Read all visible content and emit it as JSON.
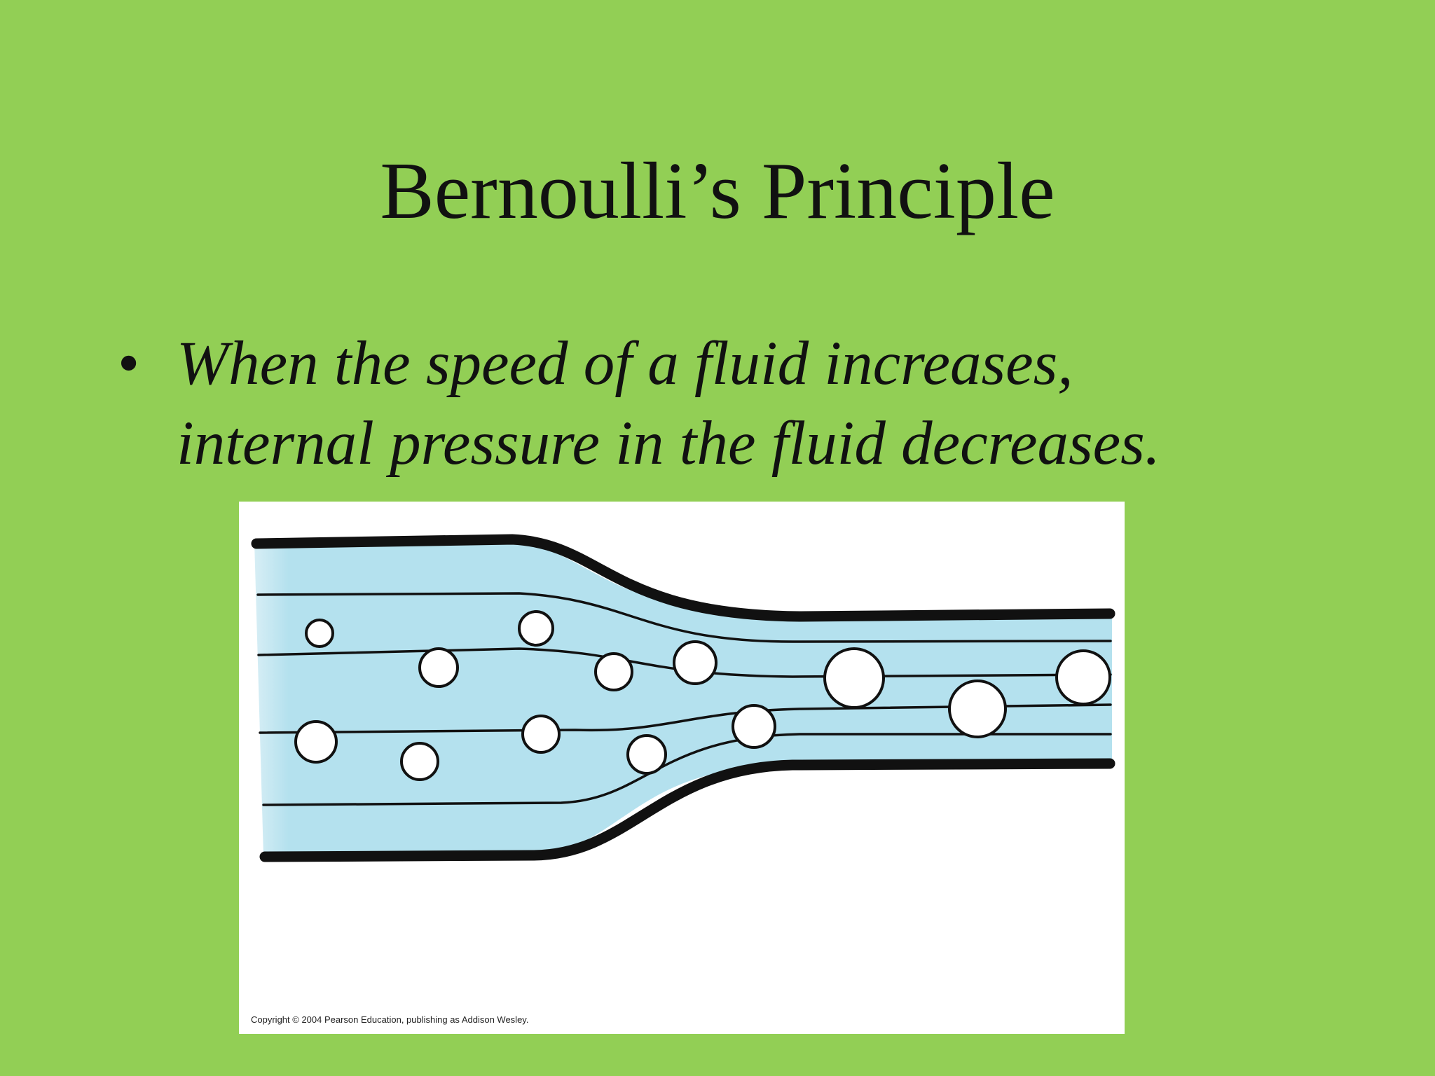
{
  "slide": {
    "title": "Bernoulli’s Principle",
    "bullet_marker": "•",
    "bullet_lines": [
      "When the speed of a fluid increases,",
      "internal pressure in the fluid decreases."
    ]
  },
  "figure": {
    "copyright": "Copyright © 2004 Pearson Education, publishing as Addison Wesley.",
    "colors": {
      "background": "#92cf55",
      "fluid": "#b4e1ee",
      "wall": "#111111",
      "particle": "#ffffff"
    }
  }
}
